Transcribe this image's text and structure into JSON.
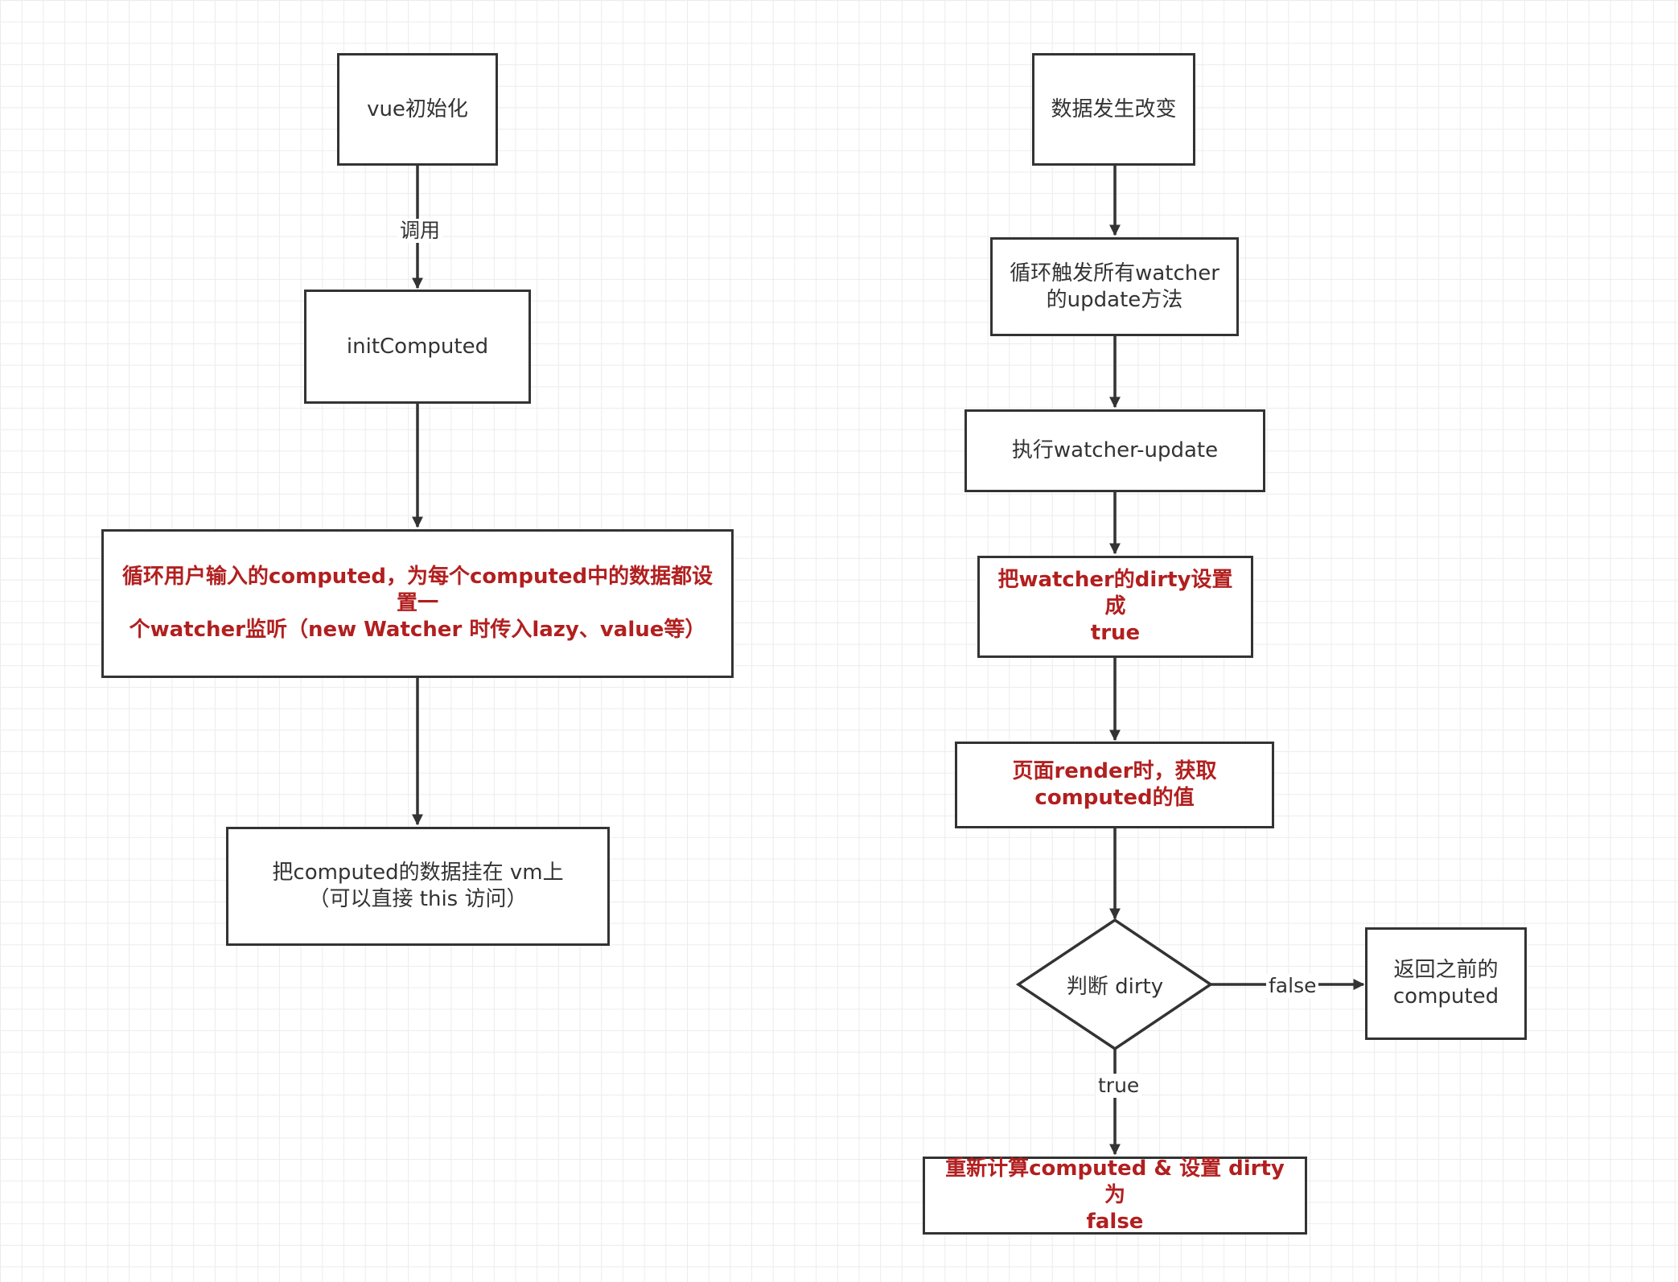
{
  "nodes": {
    "vue_init": "vue初始化",
    "init_computed": "initComputed",
    "loop_computed": "循环用户输入的computed，为每个computed中的数据都设置一\n个watcher监听（new Watcher 时传入lazy、value等）",
    "mount_vm": "把computed的数据挂在 vm上\n（可以直接 this 访问）",
    "data_change": "数据发生改变",
    "loop_watchers": "循环触发所有watcher\n的update方法",
    "exec_update": "执行watcher-update",
    "set_dirty": "把watcher的dirty设置成\ntrue",
    "render_get": "页面render时，获取\ncomputed的值",
    "decision": "判断 dirty",
    "return_prev": "返回之前的\ncomputed",
    "recompute": "重新计算computed & 设置 dirty 为\nfalse"
  },
  "edges": {
    "call": "调用",
    "false": "false",
    "true": "true"
  },
  "colors": {
    "stroke": "#333333",
    "highlight_text": "#b21f1f",
    "grid": "#ececec"
  }
}
